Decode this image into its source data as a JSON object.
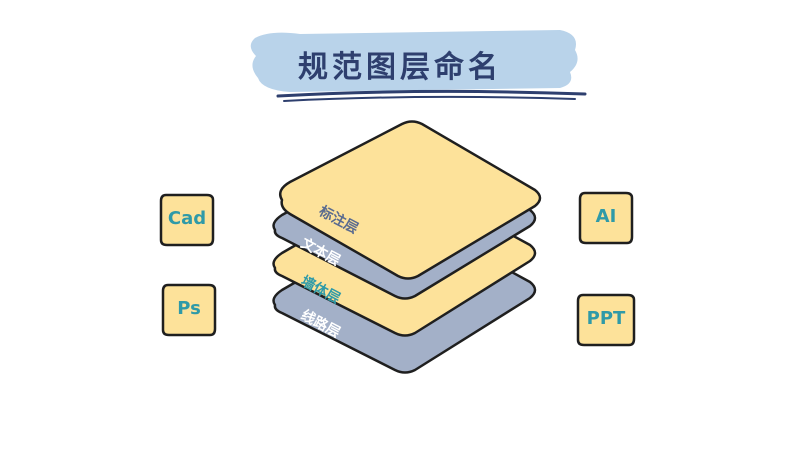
{
  "title": "规范图层命名",
  "layers": [
    {
      "label": "标注层",
      "fill": "#fde29a",
      "text_color": "#5a6b8f"
    },
    {
      "label": "文本层",
      "fill": "#a3b0c8",
      "text_color": "#ffffff"
    },
    {
      "label": "墙体层",
      "fill": "#fde29a",
      "text_color": "#2f9aa8"
    },
    {
      "label": "线路层",
      "fill": "#a3b0c8",
      "text_color": "#ffffff"
    }
  ],
  "apps": [
    {
      "label": "Cad"
    },
    {
      "label": "Ps"
    },
    {
      "label": "AI"
    },
    {
      "label": "PPT"
    }
  ],
  "colors": {
    "banner": "#b9d3ea",
    "underline": "#2e3f6e",
    "card_fill": "#fde29a",
    "card_border": "#1f1f1f",
    "app_text": "#2f9aa8"
  }
}
